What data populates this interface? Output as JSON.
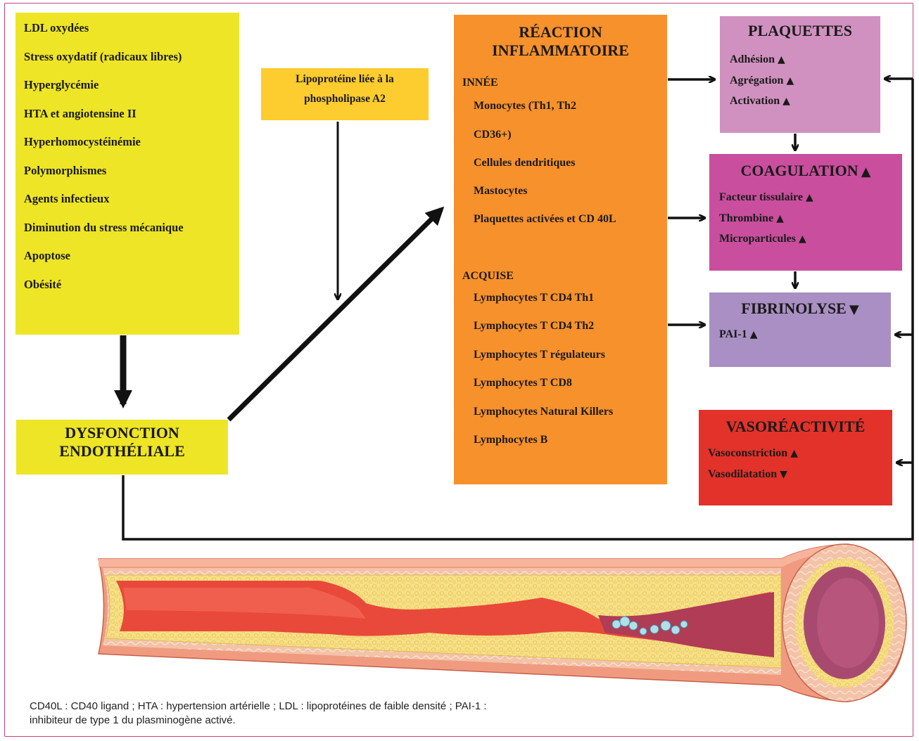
{
  "risk_factors": [
    "LDL oxydées",
    "Stress oxydatif (radicaux libres)",
    "Hyperglycémie",
    "HTA et angiotensine II",
    "Hyperhomocystéinémie",
    "Polymorphismes",
    "Agents infectieux",
    "Diminution du stress mécanique",
    "Apoptose",
    "Obésité"
  ],
  "lipoprotein": {
    "line1": "Lipoprotéine liée à la",
    "line2": "phospholipase A2"
  },
  "dysfunction": {
    "line1": "DYSFONCTION",
    "line2": "ENDOTHÉLIALE"
  },
  "inflammation": {
    "title1": "RÉACTION",
    "title2": "INFLAMMATOIRE",
    "innate_label": "INNÉE",
    "innate": [
      "Monocytes (Th1, Th2",
      "CD36+)",
      "Cellules dendritiques",
      "Mastocytes",
      "Plaquettes activées et CD 40L"
    ],
    "acquired_label": "ACQUISE",
    "acquired": [
      "Lymphocytes  T CD4 Th1",
      "Lymphocytes T CD4 Th2",
      "Lymphocytes T régulateurs",
      "Lymphocytes T CD8",
      "Lymphocytes Natural Killers",
      "Lymphocytes B"
    ]
  },
  "platelets": {
    "title": "PLAQUETTES",
    "items": [
      {
        "label": "Adhésion",
        "trend": "▲"
      },
      {
        "label": "Agrégation",
        "trend": "▲"
      },
      {
        "label": "Activation",
        "trend": "▲"
      }
    ]
  },
  "coagulation": {
    "title": "COAGULATION",
    "trend": "▲",
    "items": [
      {
        "label": "Facteur tissulaire",
        "trend": "▲"
      },
      {
        "label": "Thrombine",
        "trend": "▲"
      },
      {
        "label": "Microparticules",
        "trend": "▲"
      }
    ]
  },
  "fibrinolysis": {
    "title": "FIBRINOLYSE",
    "trend": "▼",
    "items": [
      {
        "label": "PAI-1",
        "trend": "▲"
      }
    ]
  },
  "vasoreactivity": {
    "title": "VASORÉACTIVITÉ",
    "items": [
      {
        "label": "Vasoconstriction",
        "trend": "▲"
      },
      {
        "label": "Vasodilatation",
        "trend": "▼"
      }
    ]
  },
  "caption": {
    "line1": "CD40L : CD40 ligand ; HTA : hypertension artérielle ; LDL : lipoprotéines de faible densité ; PAI-1 :",
    "line2": "inhibiteur de type 1 du plasminogène activé."
  },
  "colors": {
    "yellow": "#eee526",
    "orange": "#f7912c",
    "amber": "#fdcc2e",
    "pink": "#d191c0",
    "magenta": "#c94e9e",
    "lavender": "#a98fc3",
    "red": "#e23229",
    "frame": "#c8407a"
  }
}
